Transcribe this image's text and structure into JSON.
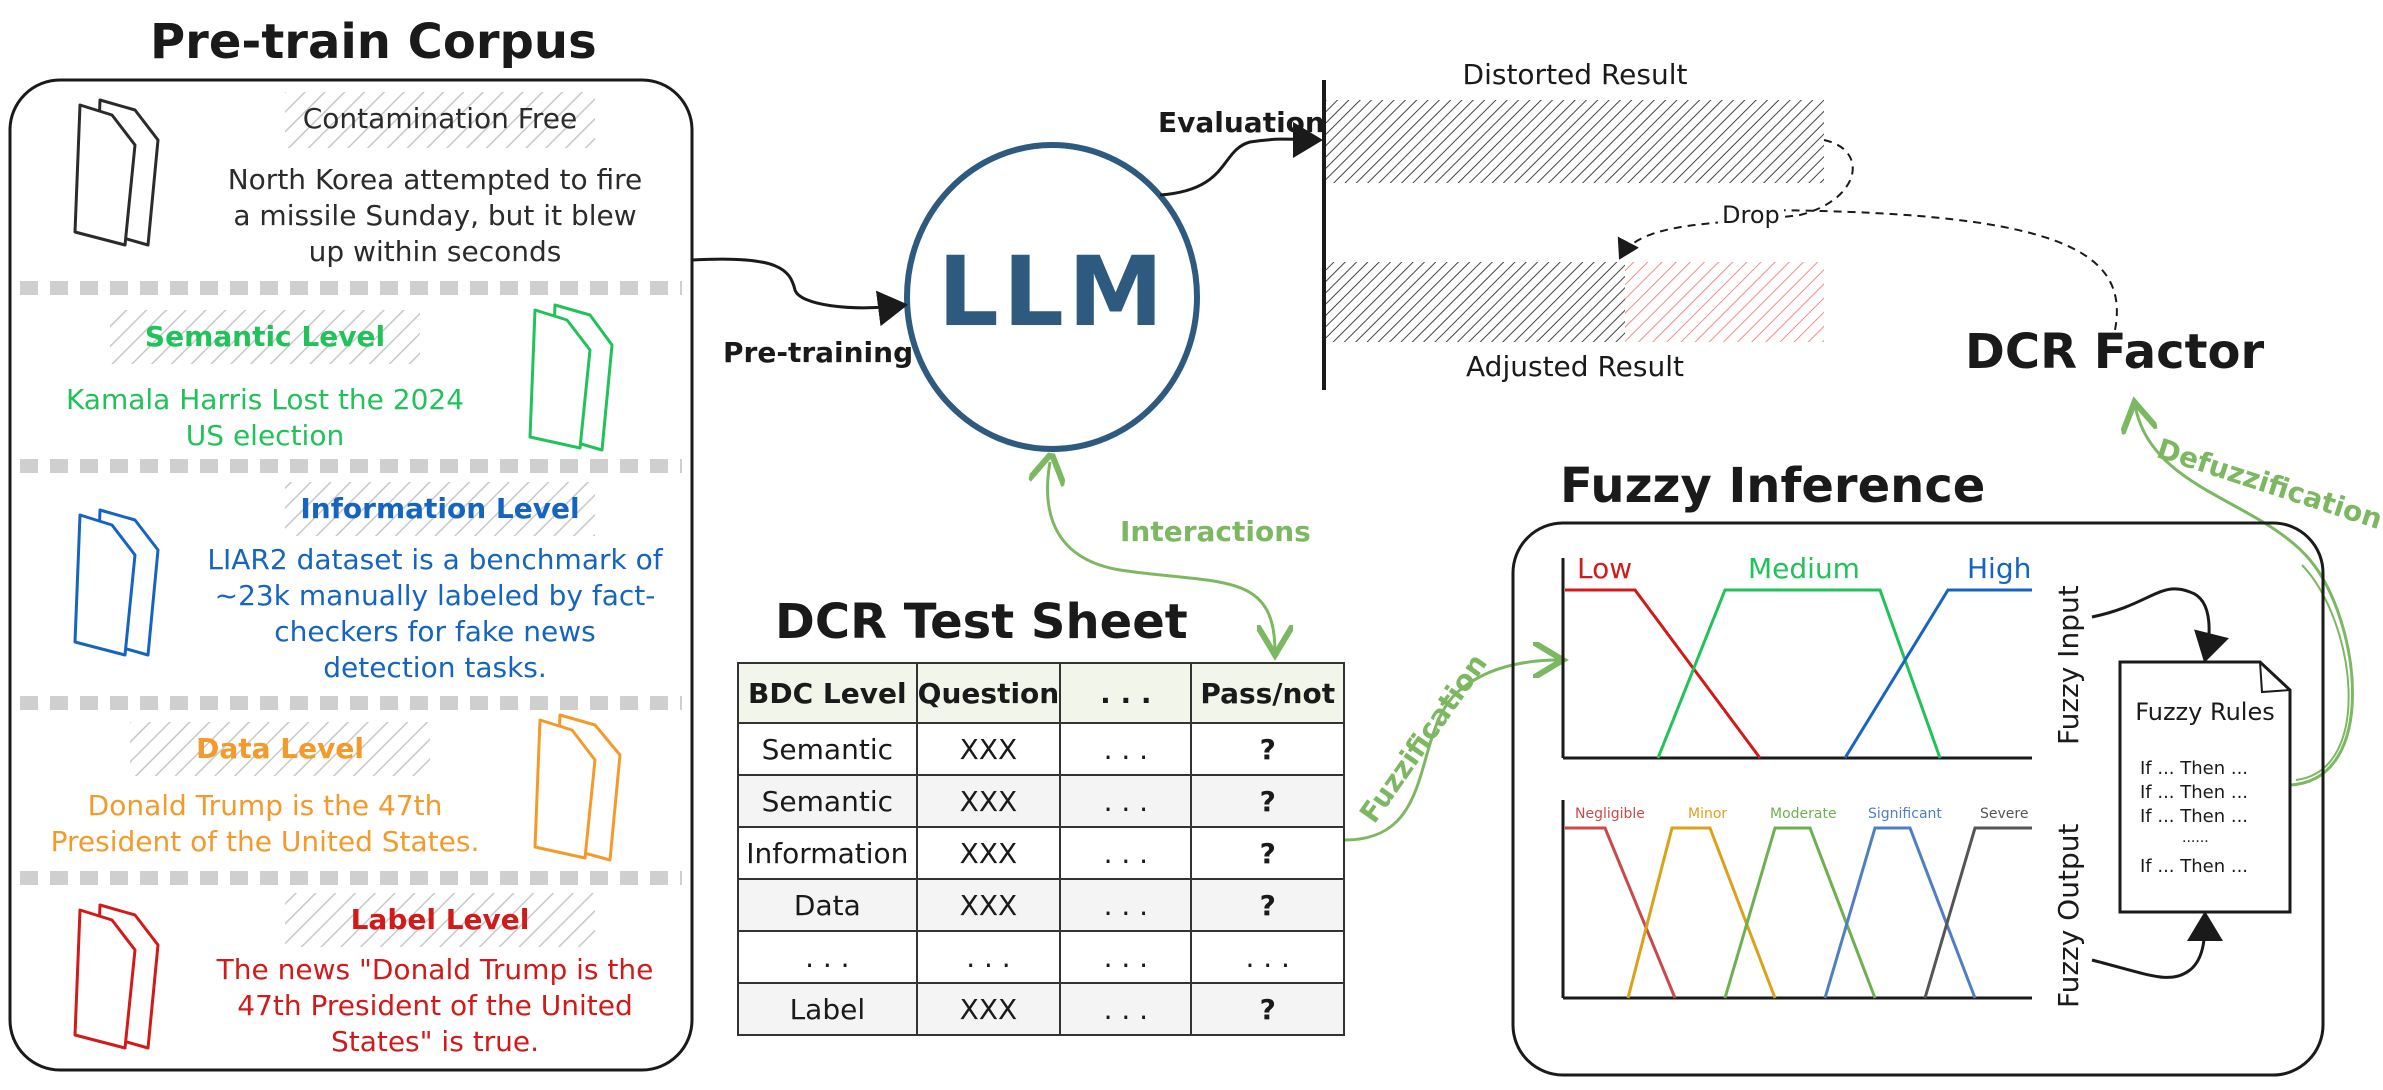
{
  "corpus": {
    "title": "Pre-train Corpus",
    "sections": [
      {
        "heading": "Contamination Free",
        "text": "North Korea attempted to fire a missile Sunday, but it blew up within seconds",
        "color": "#2b2b2b",
        "icon": "document-icon"
      },
      {
        "heading": "Semantic Level",
        "text": "Kamala Harris Lost the 2024 US election",
        "color": "#21c25a",
        "icon": "document-icon"
      },
      {
        "heading": "Information Level",
        "text": "LIAR2 dataset is a benchmark of ~23k manually labeled by fact-checkers for fake news detection tasks.",
        "color": "#1565c0",
        "icon": "document-icon"
      },
      {
        "heading": "Data Level",
        "text": "Donald Trump is the 47th President of the United States.",
        "color": "#f39a2b",
        "icon": "document-icon"
      },
      {
        "heading": "Label Level",
        "text": "The news \"Donald Trump is the 47th President of the United States\" is true.",
        "color": "#d11a1a",
        "icon": "document-icon"
      }
    ]
  },
  "llm": {
    "label": "LLM",
    "color": "#2e5a80"
  },
  "arrows": {
    "pretraining": "Pre-training",
    "evaluation": "Evaluation",
    "interactions": "Interactions",
    "fuzzification": "Fuzzification",
    "defuzzification": "Defuzzification",
    "drop": "Drop"
  },
  "results": {
    "distorted": "Distorted Result",
    "adjusted": "Adjusted Result",
    "drop_fraction": 0.6
  },
  "dcr_factor": {
    "label": "DCR Factor"
  },
  "test_sheet": {
    "title": "DCR Test Sheet",
    "headers": [
      "BDC Level",
      "Question",
      ". . .",
      "Pass/not"
    ],
    "rows": [
      [
        "Semantic",
        "XXX",
        ". . .",
        "?"
      ],
      [
        "Semantic",
        "XXX",
        ". . .",
        "?"
      ],
      [
        "Information",
        "XXX",
        ". . .",
        "?"
      ],
      [
        "Data",
        "XXX",
        ". . .",
        "?"
      ],
      [
        ". . .",
        ". . .",
        ". . .",
        ". . ."
      ],
      [
        "Label",
        "XXX",
        ". . .",
        "?"
      ]
    ]
  },
  "fuzzy": {
    "title": "Fuzzy Inference",
    "input_label": "Fuzzy Input",
    "output_label": "Fuzzy Output",
    "input_sets": [
      {
        "name": "Low",
        "color": "#d11a1a"
      },
      {
        "name": "Medium",
        "color": "#21c25a"
      },
      {
        "name": "High",
        "color": "#1565c0"
      }
    ],
    "output_sets": [
      {
        "name": "Negligible",
        "color": "#c94a4a"
      },
      {
        "name": "Minor",
        "color": "#d9a21a"
      },
      {
        "name": "Moderate",
        "color": "#6db04f"
      },
      {
        "name": "Significant",
        "color": "#4f7fc0"
      },
      {
        "name": "Severe",
        "color": "#555555"
      }
    ],
    "rules": {
      "title": "Fuzzy Rules",
      "lines": [
        "If ... Then ...",
        "If ... Then ...",
        "If ... Then ...",
        "......",
        "If ... Then ..."
      ]
    }
  },
  "colors": {
    "accent_green": "#7cb862",
    "hatch_red": "#f28b8b",
    "ink": "#1a1a1a"
  }
}
